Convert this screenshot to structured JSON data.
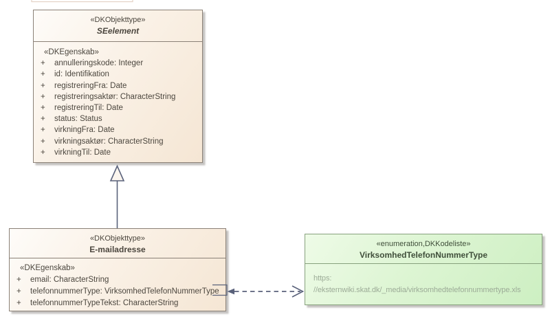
{
  "diagram": {
    "classes": {
      "seelement": {
        "stereotype": "«DKObjekttype»",
        "name": "SEelement",
        "section_stereotype": "«DKEgenskab»",
        "attributes": [
          {
            "visibility": "+",
            "text": "annulleringskode: Integer"
          },
          {
            "visibility": "+",
            "text": "id: Identifikation"
          },
          {
            "visibility": "+",
            "text": "registreringFra: Date"
          },
          {
            "visibility": "+",
            "text": "registreringsaktør: CharacterString"
          },
          {
            "visibility": "+",
            "text": "registreringTil: Date"
          },
          {
            "visibility": "+",
            "text": "status: Status"
          },
          {
            "visibility": "+",
            "text": "virkningFra: Date"
          },
          {
            "visibility": "+",
            "text": "virkningsaktør: CharacterString"
          },
          {
            "visibility": "+",
            "text": "virkningTil: Date"
          }
        ]
      },
      "emailadresse": {
        "stereotype": "«DKObjekttype»",
        "name": "E-mailadresse",
        "section_stereotype": "«DKEgenskab»",
        "attributes": [
          {
            "visibility": "+",
            "text": "email: CharacterString"
          },
          {
            "visibility": "+",
            "text": "telefonnummerType: VirksomhedTelefonNummerType"
          },
          {
            "visibility": "+",
            "text": "telefonnummerTypeTekst: CharacterString"
          }
        ]
      },
      "telefonnummertype_enum": {
        "stereotype": "«enumeration,DKKodeliste»",
        "name": "VirksomhedTelefonNummerType",
        "link_line1": "https:",
        "link_line2": "//eksternwiki.skat.dk/_media/virksomhedtelefonnummertype.xls"
      }
    },
    "relations": [
      {
        "type": "generalization",
        "from": "E-mailadresse",
        "to": "SEelement"
      },
      {
        "type": "dependency-dashed",
        "from": "E-mailadresse.telefonnummerType",
        "to": "VirksomhedTelefonNummerType"
      }
    ],
    "colors": {
      "class_fill_start": "#fefcf9",
      "class_fill_end": "#f5e6d4",
      "class_border": "#8a8076",
      "enum_fill_start": "#eefbe7",
      "enum_fill_end": "#cdefc2",
      "enum_border": "#86a07c",
      "connector": "#59617a",
      "text": "#4b463e",
      "link_text": "#9cab97",
      "shadow": "#969290"
    }
  }
}
